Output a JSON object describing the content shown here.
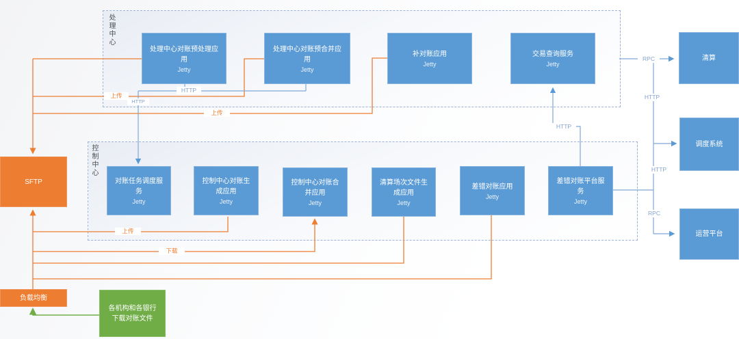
{
  "palette": {
    "node_blue": "#5b9bd5",
    "node_orange": "#ed7d31",
    "node_green": "#70ad47",
    "line_orange": "#ed7d31",
    "line_blue": "#7fa8d8",
    "line_green": "#70ad47",
    "container_border": "#9db3d6"
  },
  "containers": {
    "processing": {
      "label": "处理中心"
    },
    "control": {
      "label": "控制中心"
    }
  },
  "nodes": {
    "preprocess_app": {
      "title": "处理中心对账预处理应用",
      "runtime": "Jetty"
    },
    "premerge_app": {
      "title": "处理中心对账预合并应用",
      "runtime": "Jetty"
    },
    "supplement_app": {
      "title": "补对账应用",
      "runtime": "Jetty"
    },
    "trade_query_service": {
      "title": "交易查询服务",
      "runtime": "Jetty"
    },
    "task_dispatch_service": {
      "title": "对账任务调度服务",
      "runtime": "Jetty"
    },
    "generate_app": {
      "title": "控制中心对账生成应用",
      "runtime": "Jetty"
    },
    "merge_app": {
      "title": "控制中心对账合并应用",
      "runtime": "Jetty"
    },
    "clearing_file_app": {
      "title": "清算场次文件生成应用",
      "runtime": "Jetty"
    },
    "error_recon_app": {
      "title": "差错对账应用",
      "runtime": "Jetty"
    },
    "error_platform_service": {
      "title": "差错对账平台服务",
      "runtime": "Jetty"
    },
    "sftp": {
      "title": "SFTP"
    },
    "load_balancer": {
      "title": "负载均衡"
    },
    "bank_download": {
      "title": "各机构和各银行下载对账文件"
    },
    "clearing_system": {
      "title": "清算"
    },
    "dispatch_system": {
      "title": "调度系统"
    },
    "ops_platform": {
      "title": "运营平台"
    }
  },
  "edge_labels": {
    "upload_to_premerge": "上传",
    "upload_to_supplement": "上传",
    "upload_from_generate": "上传",
    "download_to_merge": "下载",
    "http_preprocess": "HTTP",
    "http_to_task_dispatch": "HTTP",
    "http_err_platform_to_query": "HTTP",
    "rpc_to_clearing": "RPC",
    "http_vertical": "HTTP",
    "http_to_dispatch_system": "HTTP",
    "rpc_to_ops": "RPC"
  }
}
